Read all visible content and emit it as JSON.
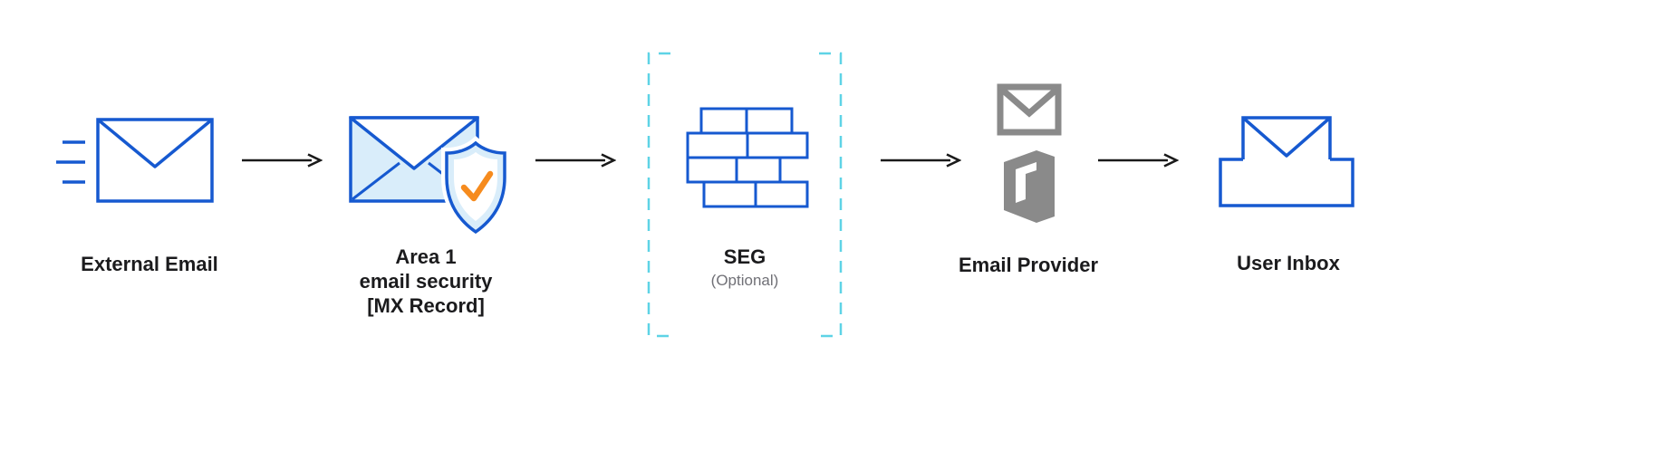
{
  "colors": {
    "blue": "#1659d0",
    "light_blue": "#d9edfa",
    "orange": "#f68b1e",
    "cyan": "#5ed3e6",
    "gray": "#8a8a8a",
    "arrow": "#1a1a1a",
    "text": "#1b1b1d",
    "muted": "#707076"
  },
  "nodes": [
    {
      "id": "external-email",
      "label": "External Email",
      "icon": "speeding-envelope-icon"
    },
    {
      "id": "area1-email-security",
      "label_lines": [
        "Area 1",
        "email security",
        "[MX Record]"
      ],
      "icon": "envelope-with-shield-check-icon"
    },
    {
      "id": "seg",
      "label": "SEG",
      "sublabel": "(Optional)",
      "icon": "brick-wall-icon",
      "optional": true
    },
    {
      "id": "email-provider",
      "label": "Email Provider",
      "icons": [
        "gmail-icon",
        "office-icon"
      ]
    },
    {
      "id": "user-inbox",
      "label": "User Inbox",
      "icon": "inbox-envelope-icon"
    }
  ],
  "arrows": {
    "count": 4,
    "direction": "left-to-right"
  }
}
